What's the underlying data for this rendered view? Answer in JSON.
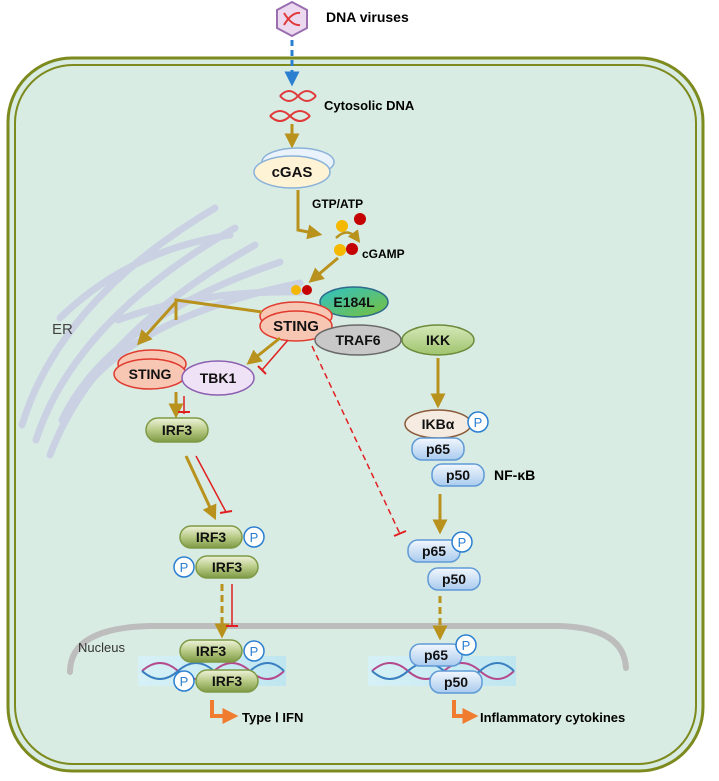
{
  "title": "",
  "labels": {
    "dna_viruses": "DNA viruses",
    "cytosolic_dna": "Cytosolic DNA",
    "gtp_atp": "GTP/ATP",
    "cgamp": "cGAMP",
    "er": "ER",
    "nucleus": "Nucleus",
    "nfkb": "NF-κB",
    "type_ifn": "Type Ⅰ IFN",
    "inflammatory": "Inflammatory cytokines"
  },
  "nodes": {
    "cgas": "cGAS",
    "sting_er": "STING",
    "sting": "STING",
    "e184l": "E184L",
    "traf6": "TRAF6",
    "ikk": "IKK",
    "tbk1": "TBK1",
    "irf3_a": "IRF3",
    "irf3_b1": "IRF3",
    "irf3_b2": "IRF3",
    "irf3_c1": "IRF3",
    "irf3_c2": "IRF3",
    "ikba": "IKBα",
    "p65_a": "p65",
    "p50_a": "p50",
    "p65_b": "p65",
    "p50_b": "p50",
    "p65_c": "p65",
    "p50_c": "p50",
    "phospho": "P"
  },
  "colors": {
    "cell_fill": "#d9ece4",
    "cell_border": "#7d8a1e",
    "activation_arrow": "#b8921c",
    "inhibition": "#e02020",
    "virus_arrow": "#2a7fd0",
    "output_arrow": "#f07c30",
    "er_membrane": "#c9d1e3",
    "nucleus_membrane": "#b8b8b8"
  },
  "legend": []
}
